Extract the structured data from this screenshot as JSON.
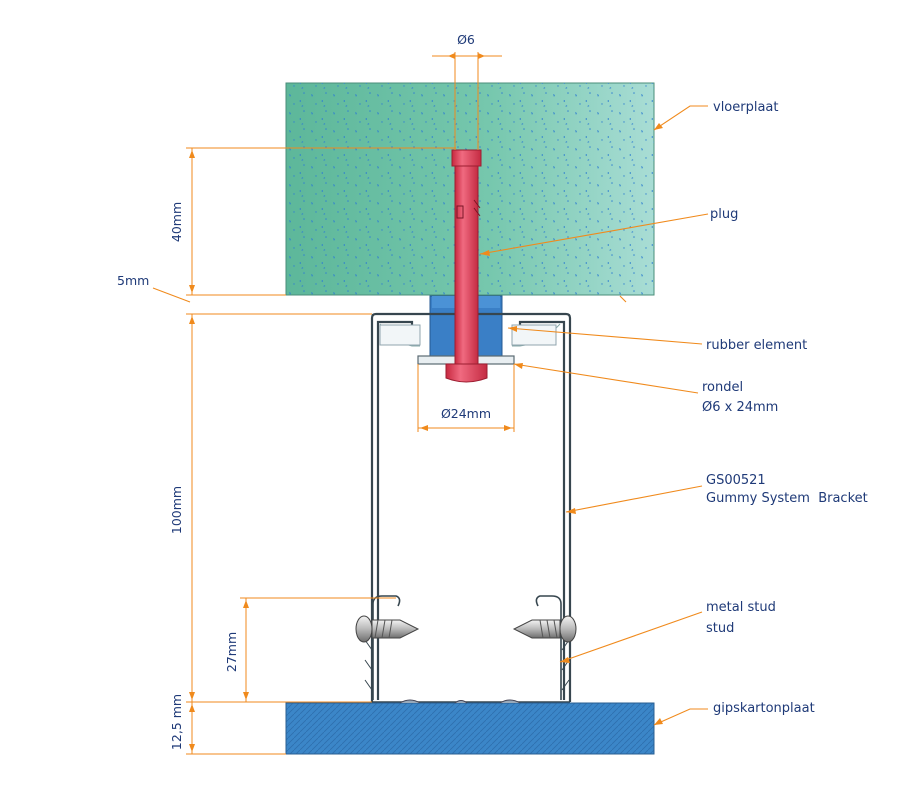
{
  "callouts": {
    "vloerplaat": "vloerplaat",
    "plug": "plug",
    "rubber_element": "rubber element",
    "rondel_line1": "rondel",
    "rondel_line2": "Ø6 x 24mm",
    "bracket_line1": "GS00521",
    "bracket_line2": "Gummy System  Bracket",
    "metal_stud_line1": "metal stud",
    "metal_stud_line2": "stud",
    "gipskartonplaat": "gipskartonplaat"
  },
  "dimensions": {
    "bolt_diameter": "Ø6",
    "slab_depth": "40mm",
    "gap": "5mm",
    "bracket_height": "100mm",
    "washer_diameter": "Ø24mm",
    "screw_height": "27mm",
    "board_thickness": "12,5 mm"
  },
  "colors": {
    "concrete": "#6fc3a6",
    "plug": "#e0405a",
    "rubber": "#3a7fc6",
    "board": "#3b86c8",
    "dimension_lines": "#f08a1c",
    "text": "#1f3a78"
  }
}
